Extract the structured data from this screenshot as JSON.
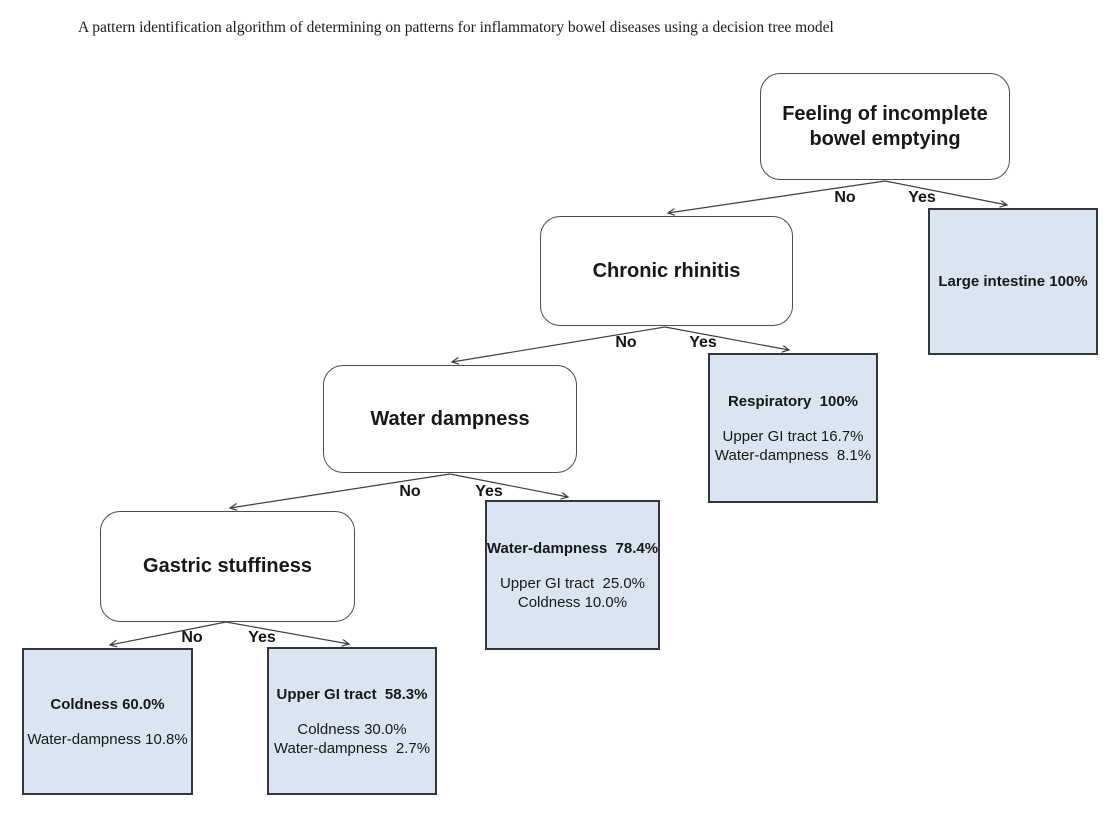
{
  "caption": "A pattern identification algorithm of determining on patterns for inflammatory bowel diseases using a decision tree model",
  "colors": {
    "leaf_fill": "#dbe5f1",
    "leaf_border": "#33373c",
    "node_border": "#4d4d4d",
    "edge": "#3f3f3f"
  },
  "edge_labels": {
    "no": "No",
    "yes": "Yes"
  },
  "nodes": {
    "root": {
      "label": "Feeling of incomplete bowel emptying"
    },
    "chronic_rhinitis": {
      "label": "Chronic rhinitis"
    },
    "water_dampness": {
      "label": "Water dampness"
    },
    "gastric_stuffiness": {
      "label": "Gastric stuffiness"
    }
  },
  "leaves": {
    "large_intestine": {
      "title": "Large intestine 100%"
    },
    "respiratory": {
      "title": "Respiratory  100%",
      "details": [
        "Upper GI tract 16.7%",
        "Water-dampness  8.1%"
      ]
    },
    "water_dampness": {
      "title": "Water-dampness  78.4%",
      "details": [
        "Upper GI tract  25.0%",
        "Coldness 10.0%"
      ]
    },
    "coldness": {
      "title": "Coldness 60.0%",
      "details": [
        "Water-dampness 10.8%"
      ]
    },
    "upper_gi_tract": {
      "title": "Upper GI tract  58.3%",
      "details": [
        "Coldness 30.0%",
        "Water-dampness  2.7%"
      ]
    }
  },
  "tree_structure": {
    "root": "Feeling of incomplete bowel emptying",
    "root_no": "Chronic rhinitis",
    "root_yes": "Large intestine 100%",
    "chronic_rhinitis_no": "Water dampness",
    "chronic_rhinitis_yes": "Respiratory 100%",
    "water_dampness_no": "Gastric stuffiness",
    "water_dampness_yes": "Water-dampness 78.4%",
    "gastric_stuffiness_no": "Coldness 60.0%",
    "gastric_stuffiness_yes": "Upper GI tract 58.3%"
  }
}
